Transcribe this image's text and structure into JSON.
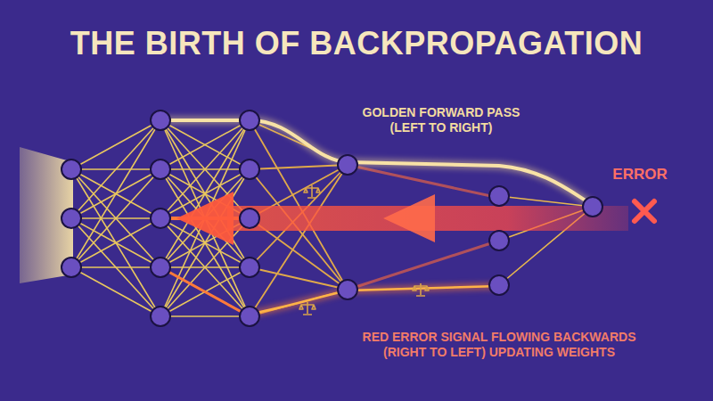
{
  "diagram": {
    "title": "THE BIRTH OF BACKPROPAGATION",
    "labels": [
      "GOLDEN FORWARD PASS (LEFT TO RIGHT)",
      "ERROR",
      "RED ERROR SIGNAL FLOWING BACKWARDS (RIGHT TO LEFT) UPDATING WEIGHTS"
    ]
  }
}
